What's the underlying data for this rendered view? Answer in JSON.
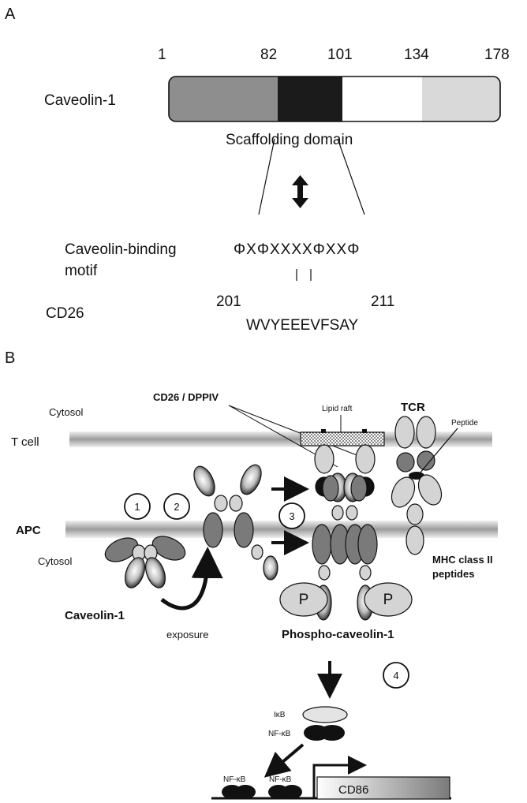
{
  "panel_a": {
    "label": "A",
    "protein": "Caveolin-1",
    "positions": [
      "1",
      "82",
      "101",
      "134",
      "178"
    ],
    "scaffold": "Scaffolding domain",
    "motif_label_1": "Caveolin-binding",
    "motif_label_2": "motif",
    "motif": "ΦXΦXXXXΦXXΦ",
    "cd26": "CD26",
    "cd26_start": "201",
    "cd26_end": "211",
    "cd26_seq": "WVYEEEVFSAY"
  },
  "panel_b": {
    "label": "B",
    "cytosol_top": "Cytosol",
    "tcell": "T cell",
    "apc": "APC",
    "cytosol_bottom": "Cytosol",
    "cd26_dppiv": "CD26 / DPPIV",
    "lipid_raft": "Lipid raft",
    "tcr": "TCR",
    "peptide": "Peptide",
    "mhc_1": "MHC class II",
    "mhc_2": "peptides",
    "caveolin": "Caveolin-1",
    "exposure": "exposure",
    "phospho": "Phospho-caveolin-1",
    "p": "P",
    "steps": [
      "1",
      "2",
      "3",
      "4"
    ],
    "ikb": "IκB",
    "nfkb": "NF-κB",
    "cd86": "CD86"
  },
  "colors": {
    "seg1": "#8e8e8e",
    "seg2": "#1b1b1b",
    "seg3": "#ffffff",
    "seg4": "#d9d9d9",
    "membrane": "#b8b8b8",
    "dark_subunit": "#7a7a7a",
    "light_subunit": "#d4d4d4"
  }
}
